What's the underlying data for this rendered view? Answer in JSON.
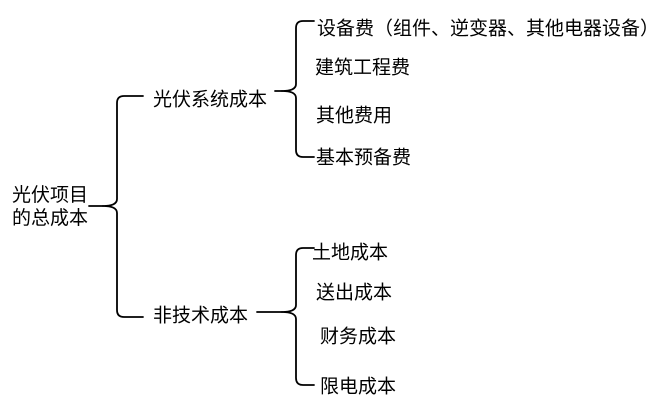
{
  "diagram": {
    "background_color": "#ffffff",
    "line_color": "#000000",
    "text_color": "#000000",
    "root_label": "光伏项目\n的总成本",
    "branches": [
      {
        "label": "光伏系统成本",
        "children": [
          "设备费（组件、逆变器、其他电器设备）",
          "建筑工程费",
          "其他费用",
          "基本预备费"
        ]
      },
      {
        "label": "非技术成本",
        "children": [
          "土地成本",
          "送出成本",
          "财务成本",
          "限电成本"
        ]
      }
    ]
  }
}
